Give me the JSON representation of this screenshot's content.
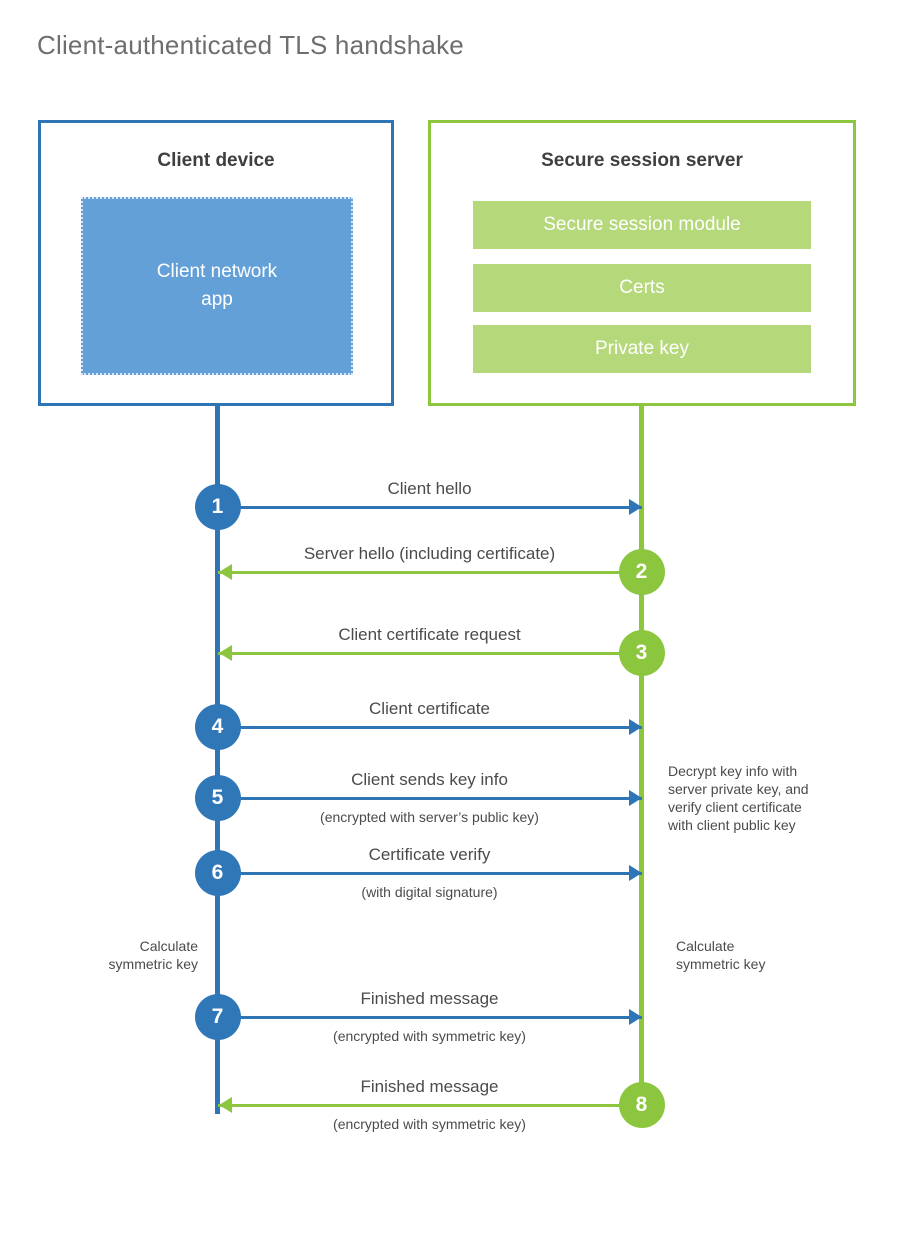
{
  "title": "Client-authenticated TLS handshake",
  "colors": {
    "client_accent": "#2E75B6",
    "client_circle": "#3077B8",
    "client_app_fill": "#64A0D8",
    "server_accent": "#8CC63E",
    "server_bar_fill": "#B5D87A",
    "title_text": "#6d6e70",
    "body_text": "#4b4b4b"
  },
  "actors": {
    "client": {
      "title": "Client device",
      "app_label": "Client network\napp"
    },
    "server": {
      "title": "Secure session server",
      "components": [
        "Secure session module",
        "Certs",
        "Private key"
      ]
    }
  },
  "steps": [
    {
      "number": "1",
      "label": "Client hello",
      "sublabel": "",
      "from": "client",
      "to": "server",
      "direction": "right",
      "color": "blue"
    },
    {
      "number": "2",
      "label": "Server hello (including certificate)",
      "sublabel": "",
      "from": "server",
      "to": "client",
      "direction": "left",
      "color": "green"
    },
    {
      "number": "3",
      "label": "Client certificate request",
      "sublabel": "",
      "from": "server",
      "to": "client",
      "direction": "left",
      "color": "green"
    },
    {
      "number": "4",
      "label": "Client certificate",
      "sublabel": "",
      "from": "client",
      "to": "server",
      "direction": "right",
      "color": "blue"
    },
    {
      "number": "5",
      "label": "Client sends key info",
      "sublabel": "(encrypted with server’s public key)",
      "from": "client",
      "to": "server",
      "direction": "right",
      "color": "blue"
    },
    {
      "number": "6",
      "label": "Certificate verify",
      "sublabel": "(with digital signature)",
      "from": "client",
      "to": "server",
      "direction": "right",
      "color": "blue"
    },
    {
      "number": "7",
      "label": "Finished message",
      "sublabel": "(encrypted with symmetric key)",
      "from": "client",
      "to": "server",
      "direction": "right",
      "color": "blue"
    },
    {
      "number": "8",
      "label": "Finished message",
      "sublabel": "(encrypted with symmetric key)",
      "from": "server",
      "to": "client",
      "direction": "left",
      "color": "green"
    }
  ],
  "notes": {
    "server_decrypt": "Decrypt key info with\nserver private key, and\nverify client certificate\nwith client public key",
    "client_calculate": "Calculate\nsymmetric key",
    "server_calculate": "Calculate\nsymmetric key"
  }
}
